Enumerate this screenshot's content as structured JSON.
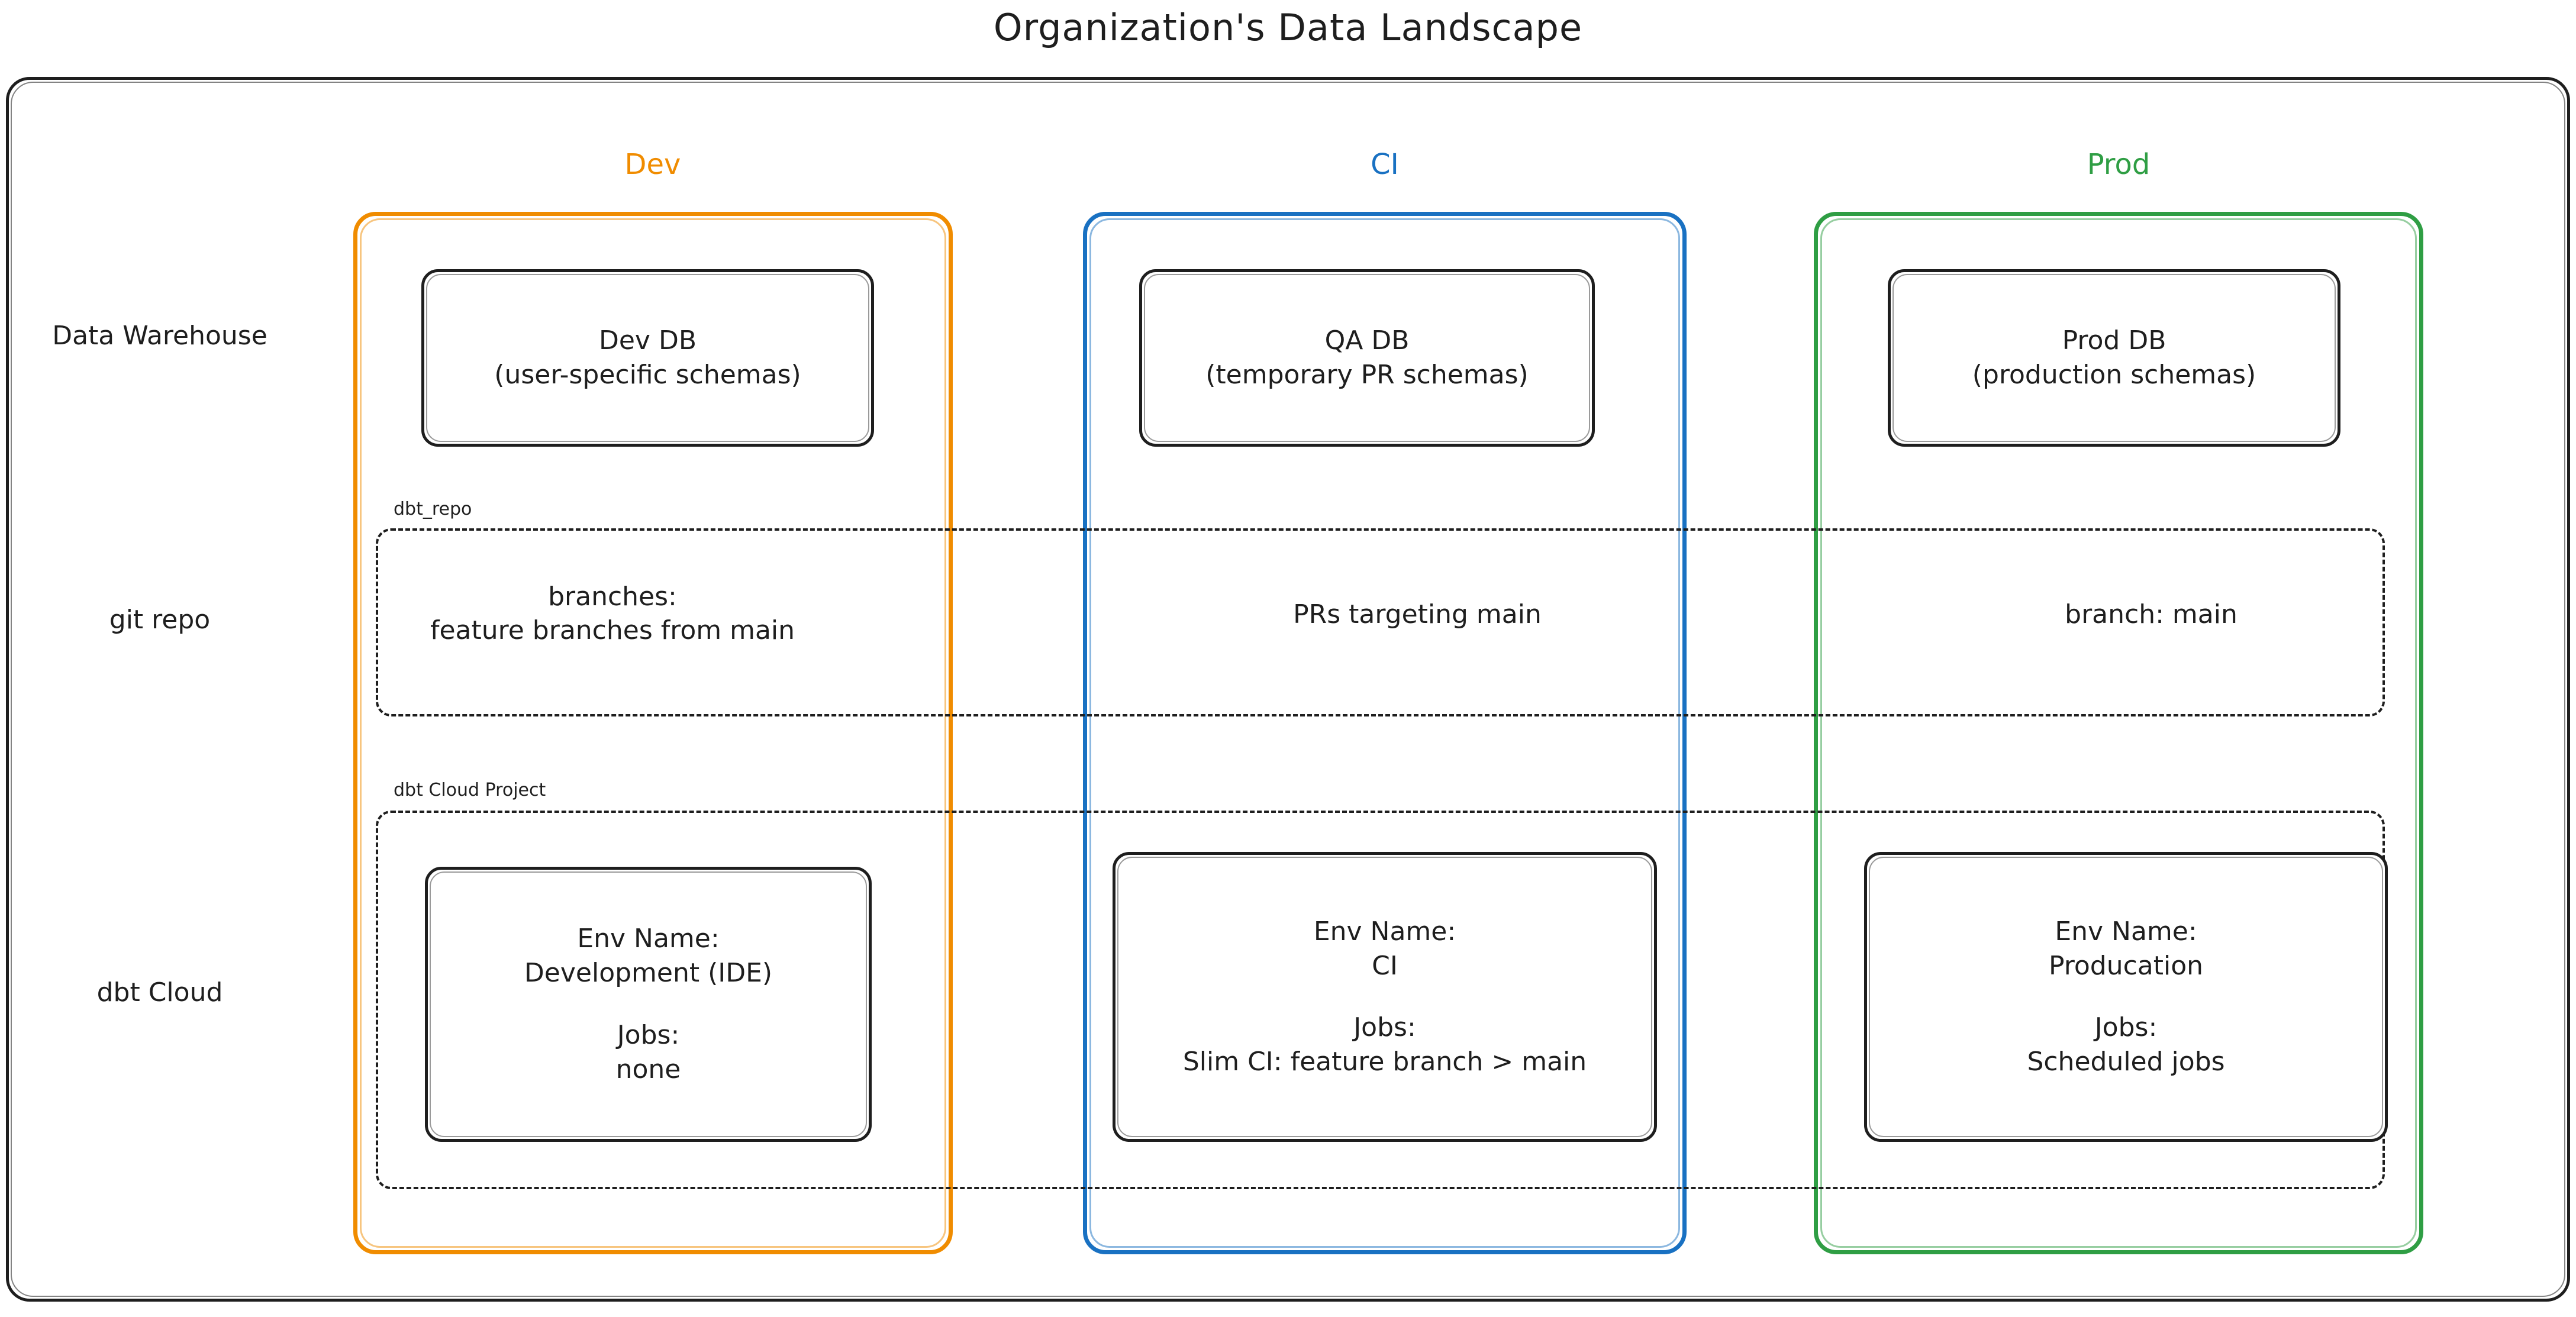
{
  "title": "Organization's Data Landscape",
  "colors": {
    "dev": "#f08c00",
    "ci": "#1971c2",
    "prod": "#2f9e44",
    "stroke": "#1e1e1e",
    "background": "#ffffff"
  },
  "environments": [
    {
      "key": "dev",
      "label": "Dev",
      "color": "#f08c00"
    },
    {
      "key": "ci",
      "label": "CI",
      "color": "#1971c2"
    },
    {
      "key": "prod",
      "label": "Prod",
      "color": "#2f9e44"
    }
  ],
  "rows": [
    {
      "key": "warehouse",
      "label_line1": "Data",
      "label_line2": "Warehouse"
    },
    {
      "key": "git",
      "label_line1": "git repo"
    },
    {
      "key": "dbt_cloud",
      "label_line1": "dbt Cloud"
    }
  ],
  "regions": [
    {
      "key": "dbt_repo",
      "label": "dbt_repo"
    },
    {
      "key": "dbt_cloud_prj",
      "label": "dbt Cloud Project"
    }
  ],
  "warehouse": {
    "dev": {
      "title": "Dev DB",
      "subtitle": "(user-specific schemas)"
    },
    "ci": {
      "title": "QA DB",
      "subtitle": "(temporary PR schemas)"
    },
    "prod": {
      "title": "Prod DB",
      "subtitle": "(production schemas)"
    }
  },
  "git_repo": {
    "dev": {
      "line1": "branches:",
      "line2": "feature branches from main"
    },
    "ci": {
      "line1": "PRs targeting main"
    },
    "prod": {
      "line1": "branch: main"
    }
  },
  "dbt_cloud": {
    "dev": {
      "env_name_label": "Env Name:",
      "env_name_value": "Development (IDE)",
      "jobs_label": "Jobs:",
      "jobs_value": "none"
    },
    "ci": {
      "env_name_label": "Env Name:",
      "env_name_value": "CI",
      "jobs_label": "Jobs:",
      "jobs_value": "Slim CI: feature branch > main"
    },
    "prod": {
      "env_name_label": "Env Name:",
      "env_name_value": "Producation",
      "jobs_label": "Jobs:",
      "jobs_value": "Scheduled jobs"
    }
  }
}
